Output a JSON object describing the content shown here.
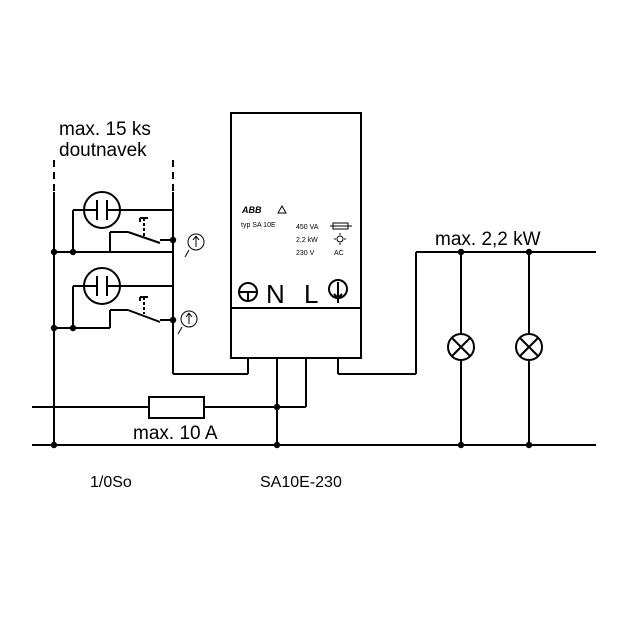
{
  "labels": {
    "starters_line1": "max. 15 ks",
    "starters_line2": "doutnavek",
    "load_power": "max. 2,2 kW",
    "fuse_rating": "max. 10 A",
    "switch_model": "1/0So",
    "relay_model": "SA10E-230"
  },
  "relay": {
    "brand": "ABB",
    "type_text": "typ SA 10E",
    "rating_va": "450 VA",
    "rating_kw": "2,2 kW",
    "rating_v": "230 V",
    "rating_ac": "AC",
    "term_n": "N",
    "term_l": "L"
  },
  "icons": {
    "control_terminal": "push-button-terminal-icon",
    "load_terminal": "lamp-output-terminal-icon",
    "glow_lamp": "glow-lamp-icon",
    "push_button": "push-button-icon",
    "indicator": "indicator-symbol-icon",
    "lamp": "lamp-icon",
    "fuse": "fuse-icon",
    "logo_triangle": "warning-triangle-icon",
    "load_symbol": "fluorescent-load-icon",
    "sun_symbol": "incandescent-load-icon"
  }
}
